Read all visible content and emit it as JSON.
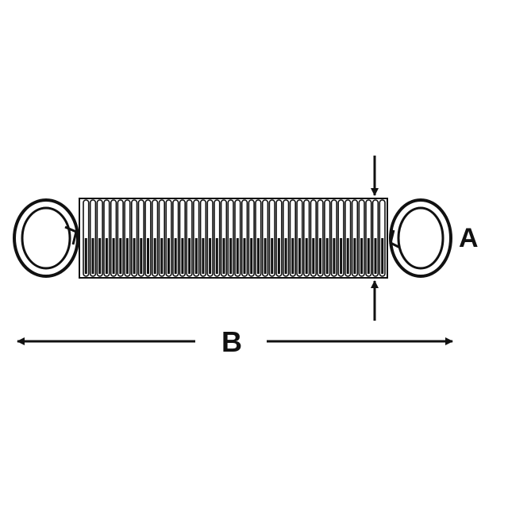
{
  "labels": {
    "diameter": "A",
    "length": "B"
  },
  "colors": {
    "ink": "#111111",
    "background": "#ffffff"
  },
  "spring": {
    "type": "extension-spring",
    "end_style": "loop-ends"
  }
}
